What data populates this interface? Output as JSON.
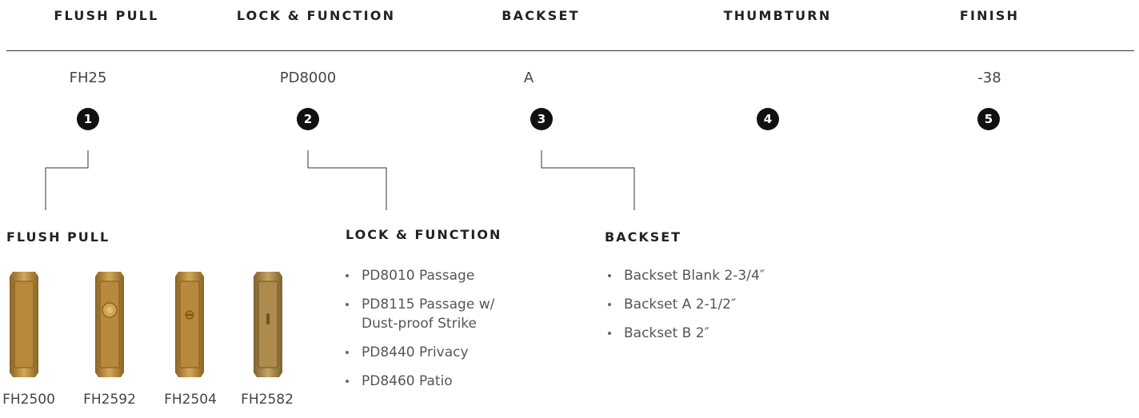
{
  "header": {
    "columns": [
      {
        "label": "FLUSH PULL",
        "code": "FH25",
        "number": "1"
      },
      {
        "label": "LOCK & FUNCTION",
        "code": "PD8000",
        "number": "2"
      },
      {
        "label": "BACKSET",
        "code": "A",
        "number": "3"
      },
      {
        "label": "THUMBTURN",
        "code": "",
        "number": "4"
      },
      {
        "label": "FINISH",
        "code": "-38",
        "number": "5"
      }
    ]
  },
  "flush_pull": {
    "title": "FLUSH PULL",
    "items": [
      {
        "code": "FH2500",
        "variant": "plain"
      },
      {
        "code": "FH2592",
        "variant": "knob"
      },
      {
        "code": "FH2504",
        "variant": "turn"
      },
      {
        "code": "FH2582",
        "variant": "edge"
      }
    ],
    "finish_color": "#b8893a"
  },
  "lock_function": {
    "title": "LOCK & FUNCTION",
    "options": [
      [
        "PD8010 Passage"
      ],
      [
        "PD8115 Passage w/",
        "Dust-proof Strike"
      ],
      [
        "PD8440 Privacy"
      ],
      [
        "PD8460 Patio"
      ]
    ]
  },
  "backset": {
    "title": "BACKSET",
    "options": [
      "Backset Blank 2-3/4″",
      "Backset A 2-1/2″",
      "Backset B 2″"
    ]
  }
}
